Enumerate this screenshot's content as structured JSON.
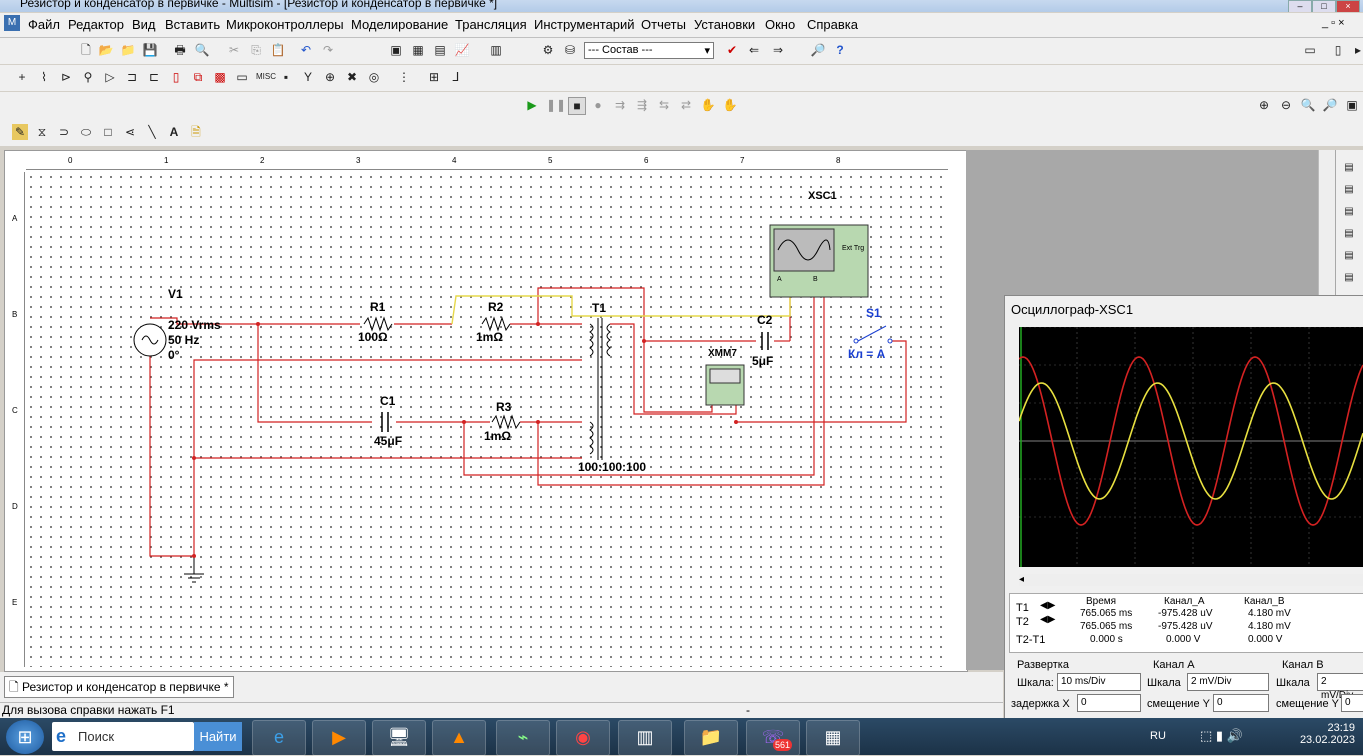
{
  "window": {
    "title": "Резистор и конденсатор в первичке - Multisim - [Резистор и конденсатор в первичке *]"
  },
  "menu": [
    "Файл",
    "Редактор",
    "Вид",
    "Вставить",
    "Микроконтроллеры",
    "Моделирование",
    "Трансляция",
    "Инструментарий",
    "Отчеты",
    "Установки",
    "Окно",
    "Справка"
  ],
  "toolbar": {
    "combo_value": "--- Состав ---"
  },
  "circuit": {
    "v1": {
      "name": "V1",
      "voltage": "220 Vrms",
      "freq": "50 Hz",
      "phase": "0°"
    },
    "r1": {
      "name": "R1",
      "value": "100Ω"
    },
    "r2": {
      "name": "R2",
      "value": "1mΩ"
    },
    "r3": {
      "name": "R3",
      "value": "1mΩ"
    },
    "c1": {
      "name": "C1",
      "value": "45μF"
    },
    "c2": {
      "name": "C2",
      "value": "5μF"
    },
    "t1": {
      "name": "T1",
      "ratio": "100:100:100"
    },
    "xmm": {
      "name": "XMM7"
    },
    "xsc": {
      "name": "XSC1",
      "ext": "Ext Trg",
      "a": "A",
      "b": "B"
    },
    "s1": {
      "name": "S1",
      "key": "Кл = А"
    }
  },
  "scope": {
    "title": "Осциллограф-XSC1",
    "headers": {
      "time": "Время",
      "chA": "Канал_A",
      "chB": "Канал_B"
    },
    "t1": {
      "label": "T1",
      "time": "765.065 ms",
      "a": "-975.428 uV",
      "b": "4.180 mV"
    },
    "t2": {
      "label": "T2",
      "time": "765.065 ms",
      "a": "-975.428 uV",
      "b": "4.180 mV"
    },
    "dt": {
      "label": "T2-T1",
      "time": "0.000 s",
      "a": "0.000 V",
      "b": "0.000 V"
    },
    "timebase": {
      "title": "Развертка",
      "scale_label": "Шкала:",
      "scale": "10 ms/Div",
      "delay_label": "задержка X",
      "delay": "0"
    },
    "chA": {
      "title": "Канал А",
      "scale_label": "Шкала",
      "scale": "2 mV/Div",
      "offset_label": "смещение Y",
      "offset": "0"
    },
    "chB": {
      "title": "Канал B",
      "scale_label": "Шкала",
      "scale": "2 mV/Div",
      "offset_label": "смещение Y",
      "offset": "0"
    }
  },
  "tab": {
    "label": "Резистор и конденсатор в первичке *"
  },
  "status": {
    "text": "Для вызова справки нажать F1",
    "dash": "-"
  },
  "taskbar": {
    "search_placeholder": "Поиск",
    "search_button": "Найти",
    "lang": "RU",
    "time": "23:19",
    "date": "23.02.2023",
    "badge": "561"
  },
  "colors": {
    "red_wire": "#d22222",
    "yellow_wire": "#e6d84a",
    "scope_red": "#d42222",
    "scope_yellow": "#e8e040"
  }
}
